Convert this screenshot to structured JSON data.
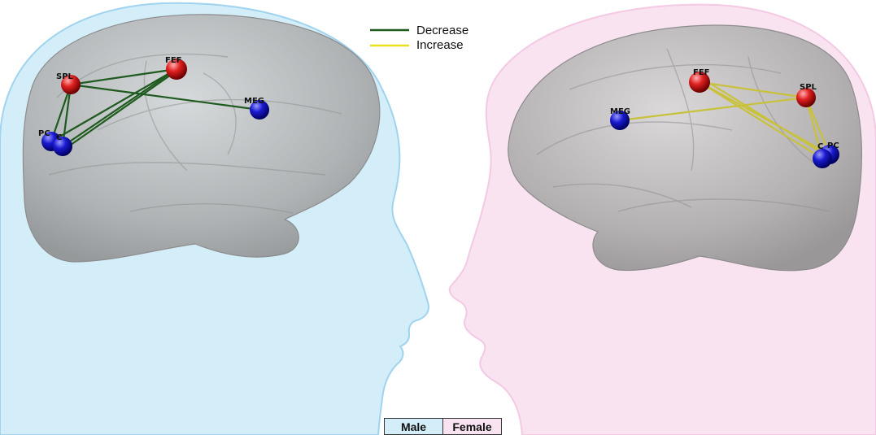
{
  "legend": {
    "items": [
      {
        "label": "Decrease",
        "color": "#1f5a1f"
      },
      {
        "label": "Increase",
        "color": "#e8e01a"
      }
    ]
  },
  "gender_legend": {
    "male": {
      "label": "Male",
      "color": "#d4eef9"
    },
    "female": {
      "label": "Female",
      "color": "#f9e3f1"
    }
  },
  "regions": {
    "spl": "SPL",
    "fef": "FEF",
    "meg": "MEG",
    "pc": "PC",
    "c": "C"
  },
  "colors": {
    "male_head": "#d4eef9",
    "female_head": "#f9e3f1",
    "brain": "#b4b4b4",
    "node_red": "#e02020",
    "node_blue": "#1a1ad0"
  }
}
